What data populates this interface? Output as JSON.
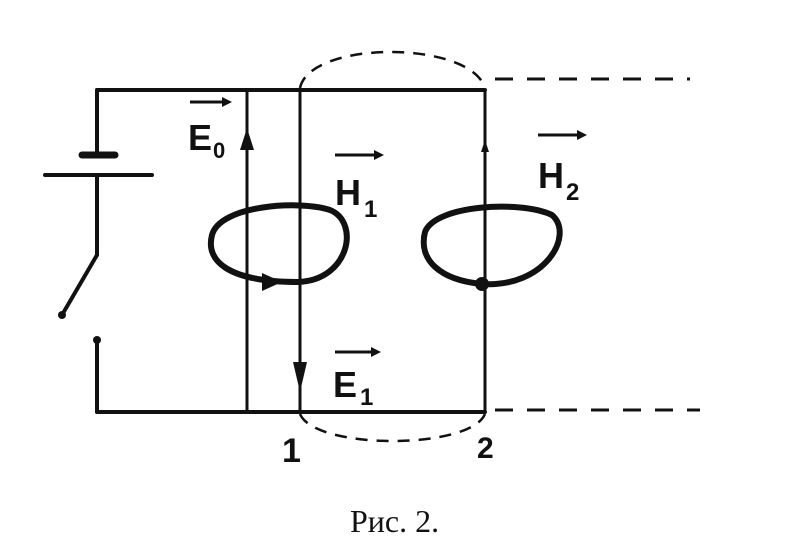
{
  "labels": {
    "e0": "E",
    "e0_sub": "0",
    "e1": "E",
    "e1_sub": "1",
    "h1": "H",
    "h1_sub": "1",
    "h2": "H",
    "h2_sub": "2",
    "point1": "1",
    "point2": "2"
  },
  "caption": "Рис. 2."
}
